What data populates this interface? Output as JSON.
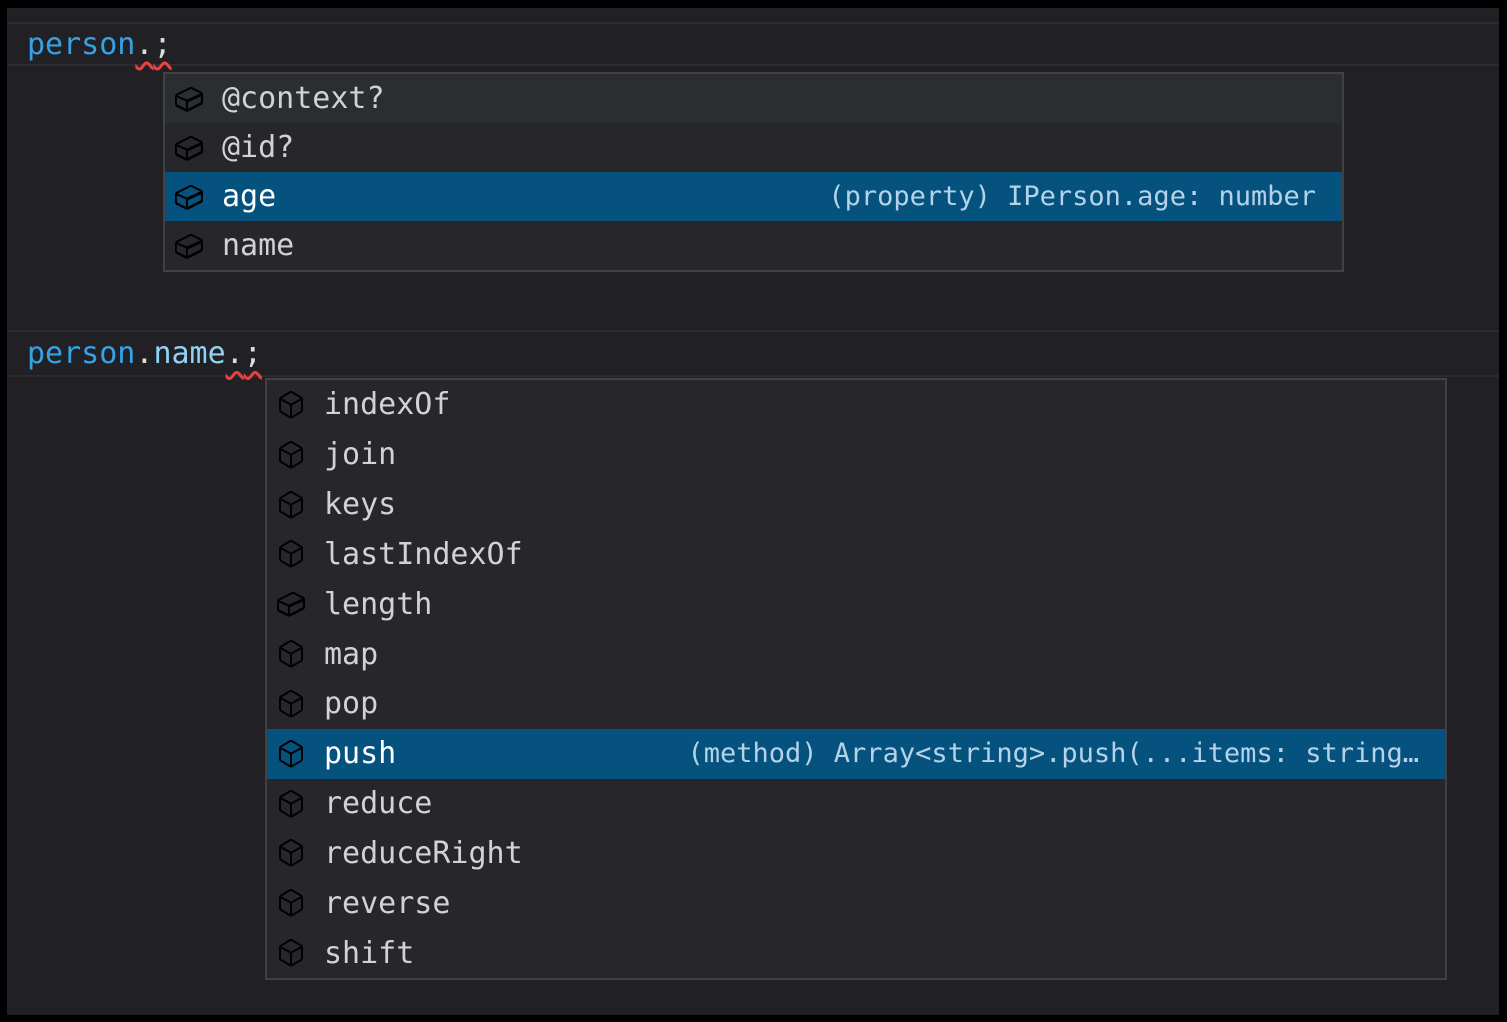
{
  "editor": {
    "theme": "dark",
    "colors": {
      "background": "#212125",
      "selection_blue": "#06527f",
      "field_icon_blue": "#58abf0",
      "method_icon_purple": "#b583dc",
      "error_squiggle_red": "#ef4040",
      "variable_blue": "#36a1e5",
      "property_light_blue": "#92d3f5",
      "widget_border": "#404045"
    },
    "code_line_1": {
      "object": "person",
      "dot": ".",
      "semicolon": ";"
    },
    "code_line_2": {
      "object": "person",
      "dot1": ".",
      "property": "name",
      "dot2": ".",
      "semicolon": ";"
    }
  },
  "icons": {
    "field": "symbol-field-icon (flat blue box)",
    "method": "symbol-method-icon (purple cube)"
  },
  "suggest_person": {
    "items": [
      {
        "label": "@context?",
        "kind": "field",
        "hovered": true
      },
      {
        "label": "@id?",
        "kind": "field"
      },
      {
        "label": "age",
        "kind": "field",
        "selected": true,
        "detail": "(property) IPerson.age: number"
      },
      {
        "label": "name",
        "kind": "field"
      }
    ]
  },
  "suggest_name": {
    "items": [
      {
        "label": "indexOf",
        "kind": "method"
      },
      {
        "label": "join",
        "kind": "method"
      },
      {
        "label": "keys",
        "kind": "method"
      },
      {
        "label": "lastIndexOf",
        "kind": "method"
      },
      {
        "label": "length",
        "kind": "field"
      },
      {
        "label": "map",
        "kind": "method"
      },
      {
        "label": "pop",
        "kind": "method"
      },
      {
        "label": "push",
        "kind": "method",
        "selected": true,
        "detail": "(method) Array<string>.push(...items: string…"
      },
      {
        "label": "reduce",
        "kind": "method"
      },
      {
        "label": "reduceRight",
        "kind": "method"
      },
      {
        "label": "reverse",
        "kind": "method"
      },
      {
        "label": "shift",
        "kind": "method"
      }
    ]
  }
}
